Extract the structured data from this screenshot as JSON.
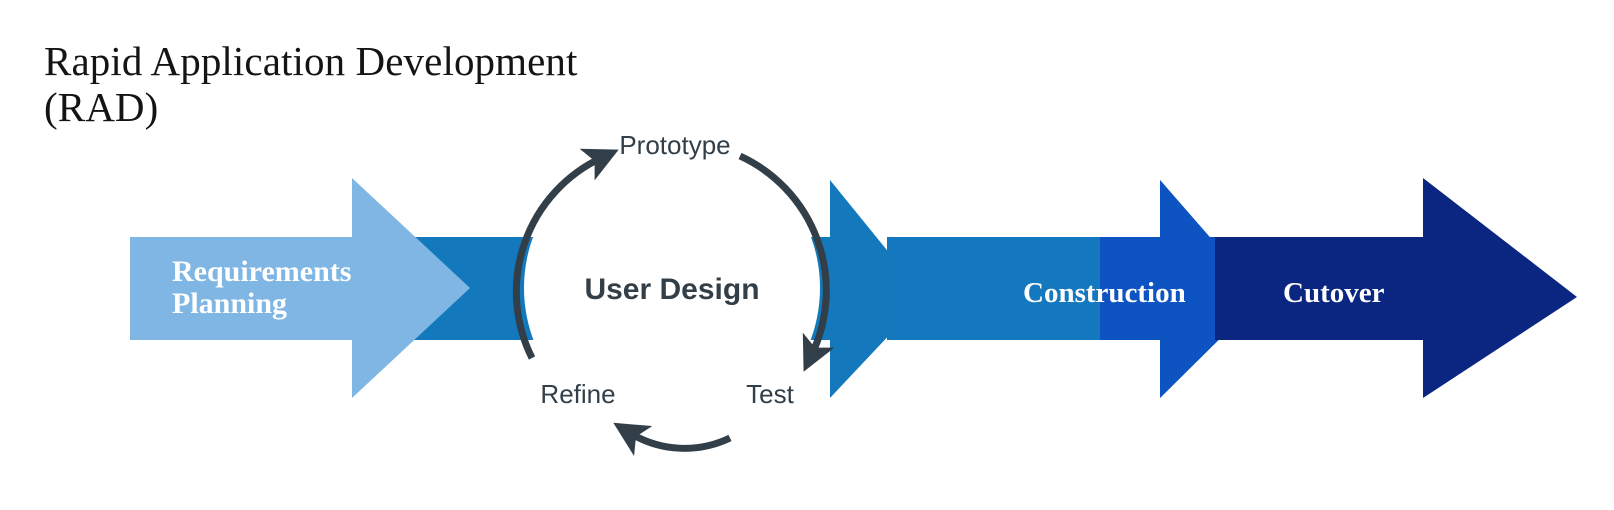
{
  "title": {
    "line1": "Rapid Application Development",
    "line2": "(RAD)",
    "full": "Rapid Application Development\n(RAD)"
  },
  "colors": {
    "background": "#ffffff",
    "title_text": "#141414",
    "stage_requirements": "#7fb6e3",
    "stage_user_design": "#1379bc",
    "stage_construction_head": "#1378bd",
    "stage_construction_body": "#0d54c2",
    "stage_cutover": "#0a2680",
    "cycle_stroke": "#333f48",
    "stage_label_text": "#ffffff",
    "cycle_label_text": "#333f48"
  },
  "stages": [
    {
      "id": "requirements-planning",
      "label_line1": "Requirements",
      "label_line2": "Planning",
      "color": "#7fb6e3"
    },
    {
      "id": "user-design",
      "label": "User Design",
      "color": "#1379bc"
    },
    {
      "id": "construction",
      "label": "Construction",
      "color": "#0d54c2"
    },
    {
      "id": "cutover",
      "label": "Cutover",
      "color": "#0a2680"
    }
  ],
  "cycle": {
    "center_label": "User Design",
    "nodes": [
      {
        "id": "prototype",
        "label": "Prototype"
      },
      {
        "id": "test",
        "label": "Test"
      },
      {
        "id": "refine",
        "label": "Refine"
      }
    ],
    "arc_direction": "clockwise"
  }
}
